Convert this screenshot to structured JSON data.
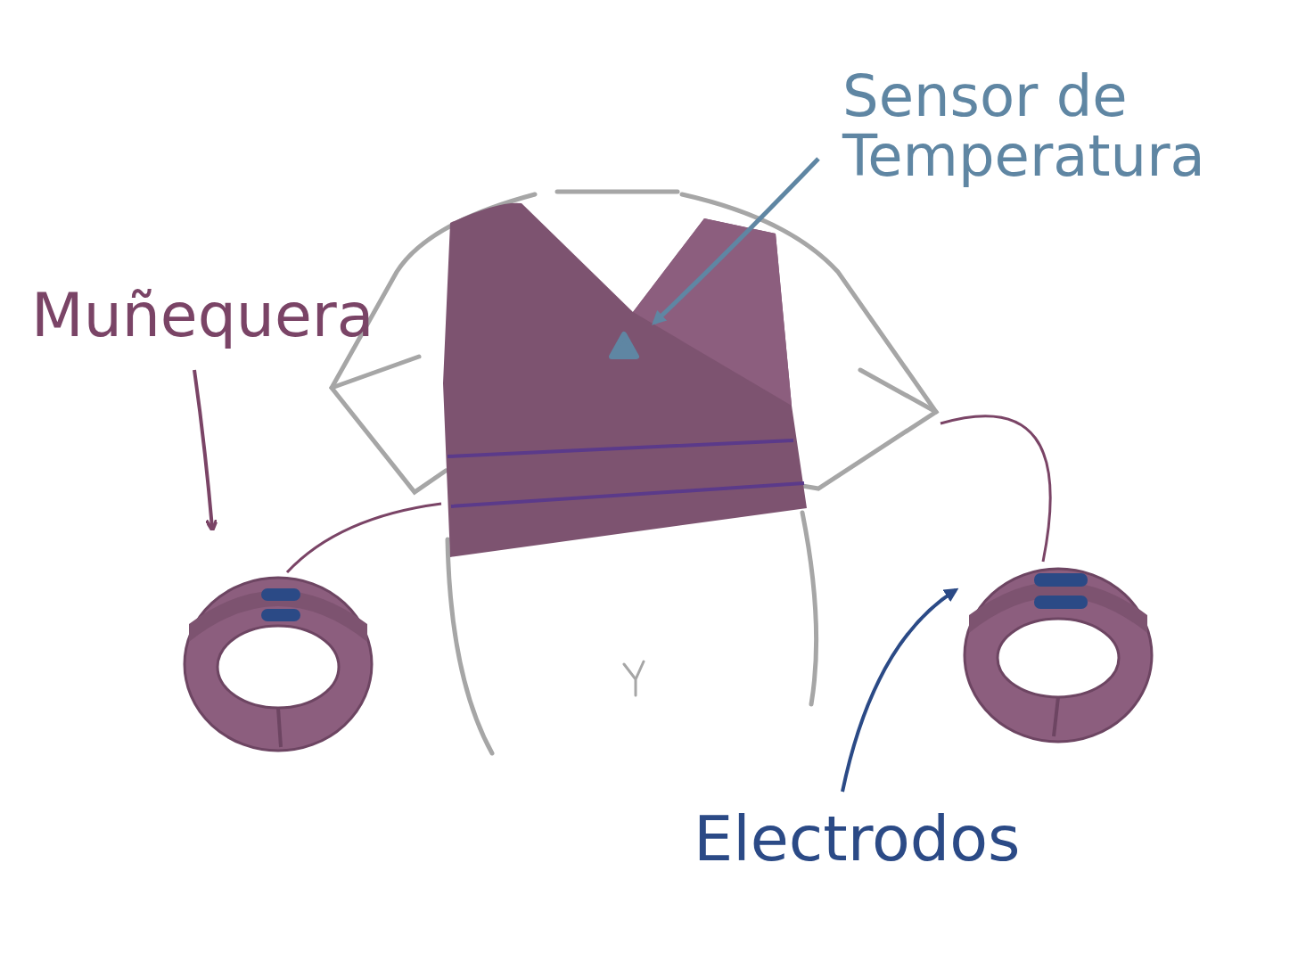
{
  "diagram": {
    "labels": [
      "Sensor de Temperatura",
      "Muñequera",
      "Electrodos"
    ]
  }
}
